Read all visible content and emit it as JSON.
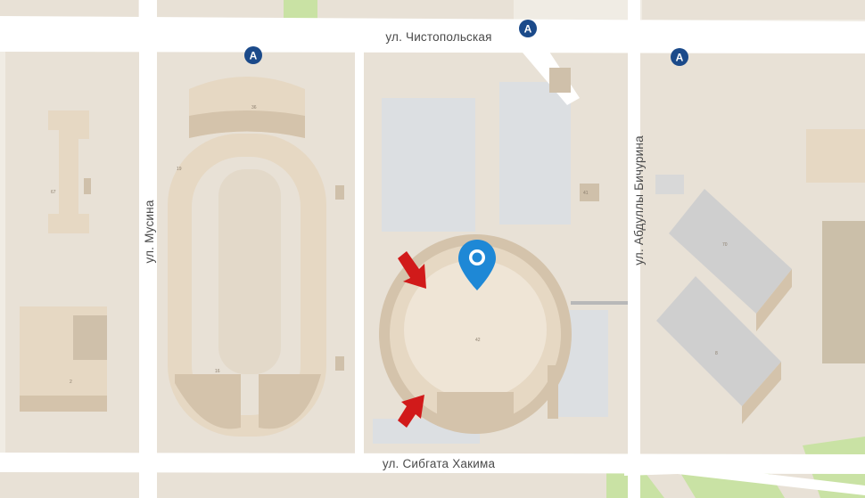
{
  "map": {
    "colors": {
      "background": "#f0ece4",
      "road": "#ffffff",
      "block": "#e8e1d6",
      "building": "#e6d8c3",
      "building_shadow": "#d4c3ab",
      "building_dark": "#cfc0aa",
      "building_gray": "#d8d8d8",
      "building_gray_top": "#cfcfcf",
      "park": "#c9e2a4",
      "lot": "#dcdfe2",
      "marker": "#1e88d6",
      "metro": "#1b4a8a",
      "arrow": "#d11a1a"
    },
    "streets": {
      "north": "ул. Чистопольская",
      "west": "ул. Мусина",
      "east": "ул. Абдуллы Бичурина",
      "south": "ул. Сибгата Хакима"
    },
    "metro_badges": [
      "A",
      "A",
      "A"
    ],
    "building_numbers": [
      "36",
      "67",
      "16",
      "19",
      "41",
      "42",
      "70",
      "8",
      "2"
    ]
  }
}
